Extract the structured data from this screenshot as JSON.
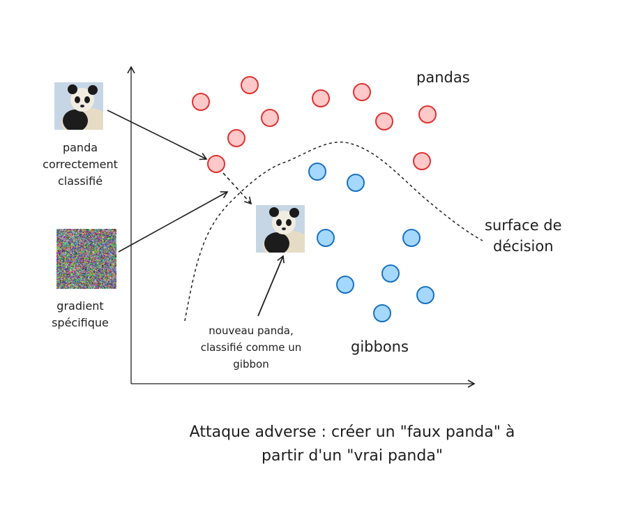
{
  "labels": {
    "pandas": "pandas",
    "gibbons": "gibbons",
    "decision_surface": [
      "surface de",
      "décision"
    ],
    "original_panda": [
      "panda",
      "correctement",
      "classifié"
    ],
    "gradient": [
      "gradient",
      "spécifique"
    ],
    "new_panda": [
      "nouveau panda,",
      "classifié comme un",
      "gibbon"
    ]
  },
  "caption": [
    "Attaque adverse : créer un \"faux panda\" à",
    "partir d'un \"vrai panda\""
  ],
  "colors": {
    "panda_fill": "#ffc9c9",
    "panda_stroke": "#e03131",
    "gibbon_fill": "#a5d8ff",
    "gibbon_stroke": "#1971c2"
  },
  "icons": {
    "panda_image": "panda-photo",
    "noise_image": "noise-pattern"
  }
}
